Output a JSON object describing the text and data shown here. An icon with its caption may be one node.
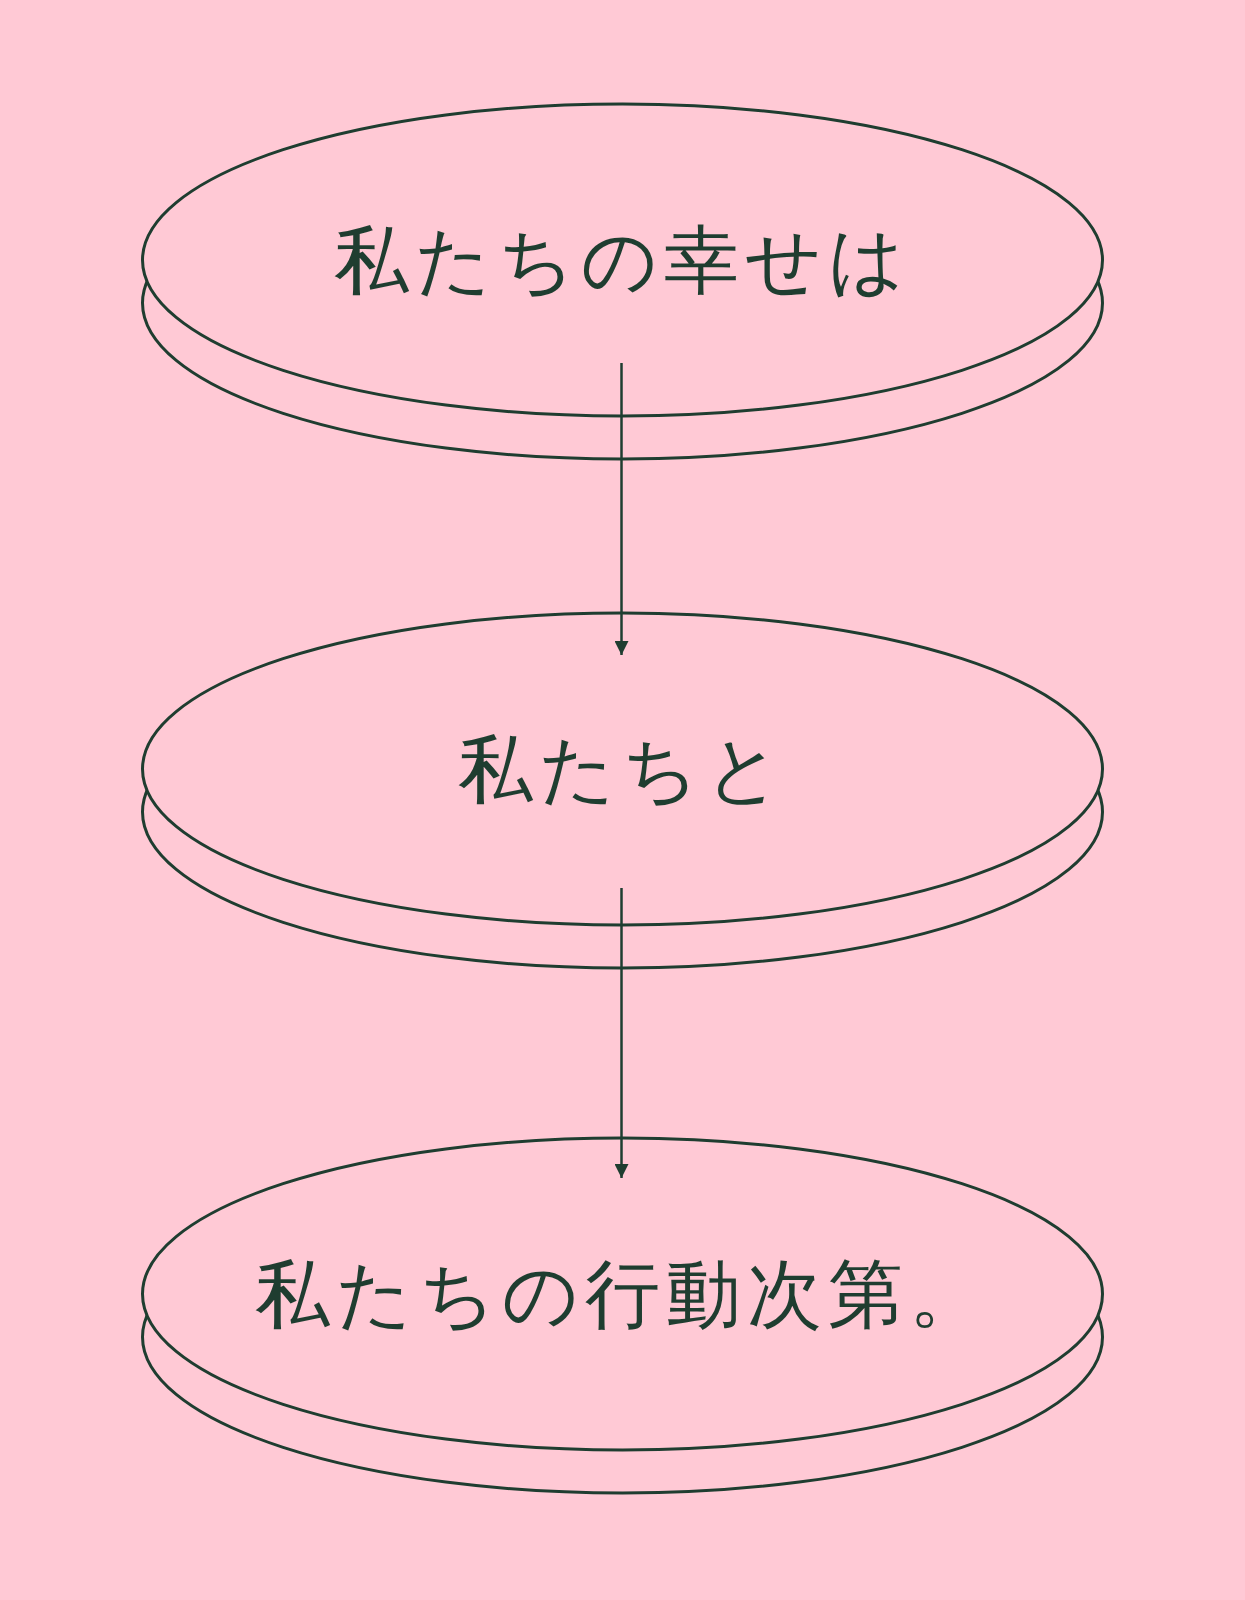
{
  "diagram": {
    "nodes": [
      {
        "text": [
          "私たちの幸せは"
        ]
      },
      {
        "text": [
          "私たちと"
        ]
      },
      {
        "text": [
          "私たちの行動次第。"
        ]
      }
    ],
    "edges": [
      {
        "from": 0,
        "to": 1,
        "arrow": "to"
      },
      {
        "from": 1,
        "to": 2,
        "arrow": "to"
      }
    ]
  }
}
